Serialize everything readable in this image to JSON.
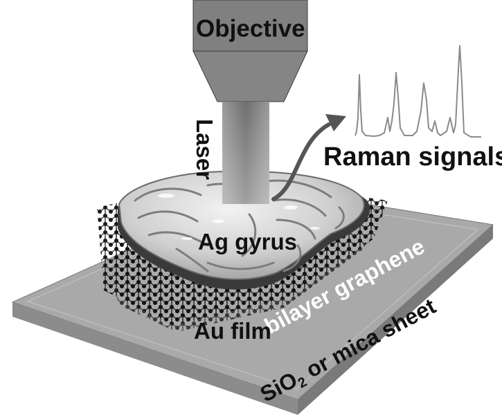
{
  "labels": {
    "objective": "Objective",
    "laser": "Laser",
    "raman": "Raman signals",
    "ag": "Ag gyrus",
    "graphene": "bilayer graphene",
    "au": "Au film",
    "substrate_prefix": "SiO",
    "substrate_sub": "2",
    "substrate_suffix": " or mica sheet"
  },
  "colors": {
    "objective_fill": "#808080",
    "laser_beam": "#7a7a7a",
    "substrate_top": "#a6a6a6",
    "substrate_front": "#8a8a8a",
    "gyrus": "#d9d9d9",
    "graphene_atoms": "#1a1a1a",
    "spectrum_line": "#888888",
    "arrow": "#555555"
  }
}
